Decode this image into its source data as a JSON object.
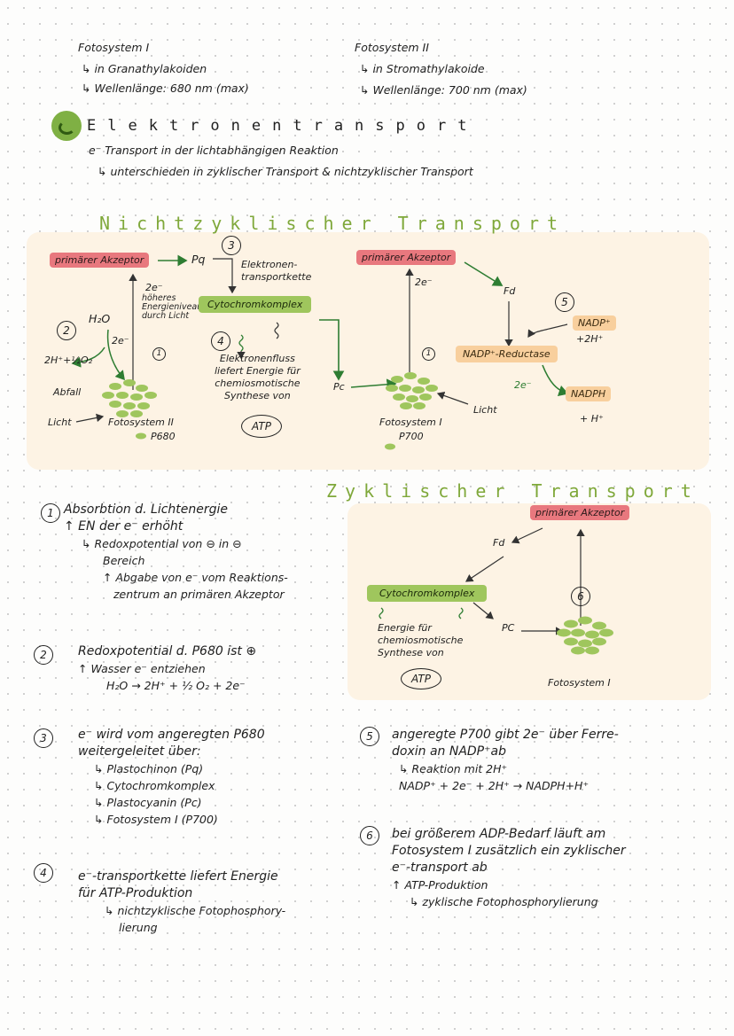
{
  "top_left": {
    "title": "Fotosystem I",
    "line1": "↳ in Granathylakoiden",
    "line2": "↳ Wellenlänge: 680 nm (max)"
  },
  "top_right": {
    "title": "Fotosystem II",
    "line1": "↳ in Stromathylakoide",
    "line2": "↳ Wellenlänge: 700 nm (max)"
  },
  "heading": {
    "title": "Elektronentransport",
    "line1": "e⁻ Transport in der lichtabhängigen Reaktion",
    "line2": "↳ unterschieden in zyklischer Transport & nichtzyklischer Transport"
  },
  "nonzyklisch": {
    "title": "Nichtzyklischer Transport",
    "primary_acceptor_left": "primärer Akzeptor",
    "pq": "Pq",
    "num3": "3",
    "etc_label": "Elektronen-\ntransportkette",
    "two_e_up": "2e⁻",
    "energy_note": "höheres\nEnergieniveau\ndurch Licht",
    "cytochrom": "Cytochromkomplex",
    "num2": "2",
    "h2o": "H₂O",
    "two_e_side": "2e⁻",
    "products": "2H⁺+½O₂",
    "abfall": "Abfall",
    "num1_left": "1",
    "num4": "4",
    "electron_flow": "Elektronenfluss\nliefert Energie für\nchemiosmotische\nSynthese von",
    "atp": "ATP",
    "pc": "Pc",
    "licht_left": "Licht",
    "ps2_label": "Fotosystem II",
    "p680": "P680",
    "primary_acceptor_right": "primärer Akzeptor",
    "two_e_right": "2e⁻",
    "fd": "Fd",
    "num5": "5",
    "nadp": "NADP⁺",
    "plus_2h": "+2H⁺",
    "nadp_reductase": "NADP⁺-Reductase",
    "num1_right": "1",
    "two_e_red": "2e⁻",
    "licht_right": "Licht",
    "ps1_label": "Fotosystem I",
    "p700": "P700",
    "nadph": "NADPH",
    "h_plus": "+ H⁺"
  },
  "zyklisch": {
    "title": "Zyklischer Transport",
    "primary_acceptor": "primärer Akzeptor",
    "fd": "Fd",
    "cytochrom": "Cytochromkomplex",
    "num6": "6",
    "pc": "PC",
    "energy_text": "Energie für\nchemiosmotische\nSynthese von",
    "atp": "ATP",
    "ps1_label": "Fotosystem I"
  },
  "notes": {
    "n1_num": "1",
    "n1_l1": "Absorbtion d. Lichtenergie",
    "n1_l2": "↑ EN der e⁻ erhöht",
    "n1_l3": "↳ Redoxpotential von ⊖ in ⊖",
    "n1_l4": "Bereich",
    "n1_l5": "↑ Abgabe von e⁻ vom Reaktions-",
    "n1_l6": "zentrum an primären Akzeptor",
    "n2_num": "2",
    "n2_l1": "Redoxpotential d. P680 ist ⊕",
    "n2_l2": "↑ Wasser e⁻ entziehen",
    "n2_l3": "H₂O → 2H⁺ + ½ O₂ + 2e⁻",
    "n3_num": "3",
    "n3_l1": "e⁻ wird vom angeregten P680",
    "n3_l2": "weitergeleitet über:",
    "n3_l3": "↳ Plastochinon (Pq)",
    "n3_l4": "↳ Cytochromkomplex",
    "n3_l5": "↳ Plastocyanin (Pc)",
    "n3_l6": "↳ Fotosystem I (P700)",
    "n4_num": "4",
    "n4_l1": "e⁻-transportkette liefert Energie",
    "n4_l2": "für ATP-Produktion",
    "n4_l3": "↳ nichtzyklische Fotophosphory-",
    "n4_l4": "lierung",
    "n5_num": "5",
    "n5_l1": "angeregte P700 gibt 2e⁻ über Ferre-",
    "n5_l2": "doxin an NADP⁺ab",
    "n5_l3": "↳ Reaktion mit 2H⁺",
    "n5_l4": "NADP⁺ + 2e⁻ + 2H⁺ → NADPH+H⁺",
    "n6_num": "6",
    "n6_l1": "bei größerem ADP-Bedarf läuft am",
    "n6_l2": "Fotosystem I zusätzlich ein zyklischer",
    "n6_l3": "e⁻-transport ab",
    "n6_l4": "↑ ATP-Produktion",
    "n6_l5": "↳ zyklische Fotophosphorylierung"
  }
}
